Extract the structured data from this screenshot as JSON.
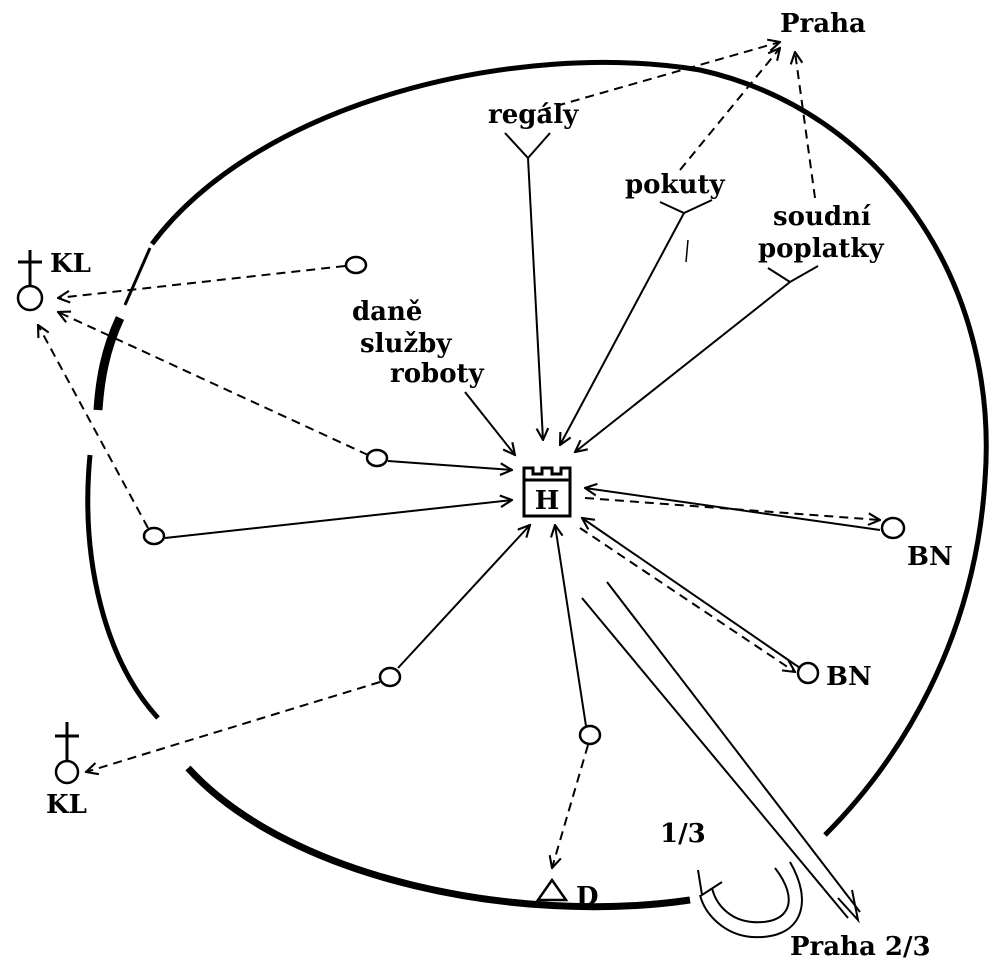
{
  "labels": {
    "praha_top": "Praha",
    "regaly": "regály",
    "pokuty": "pokuty",
    "soudni_1": "soudní",
    "soudni_2": "poplatky",
    "dane": "daně",
    "sluzby": "služby",
    "roboty": "roboty",
    "castle": "H",
    "kl_top": "KL",
    "kl_bottom": "KL",
    "bn_1": "BN",
    "bn_2": "BN",
    "d": "D",
    "one_third": "1/3",
    "praha_bottom": "Praha 2/3"
  },
  "colors": {
    "ink": "#000000",
    "background": "#ffffff"
  }
}
